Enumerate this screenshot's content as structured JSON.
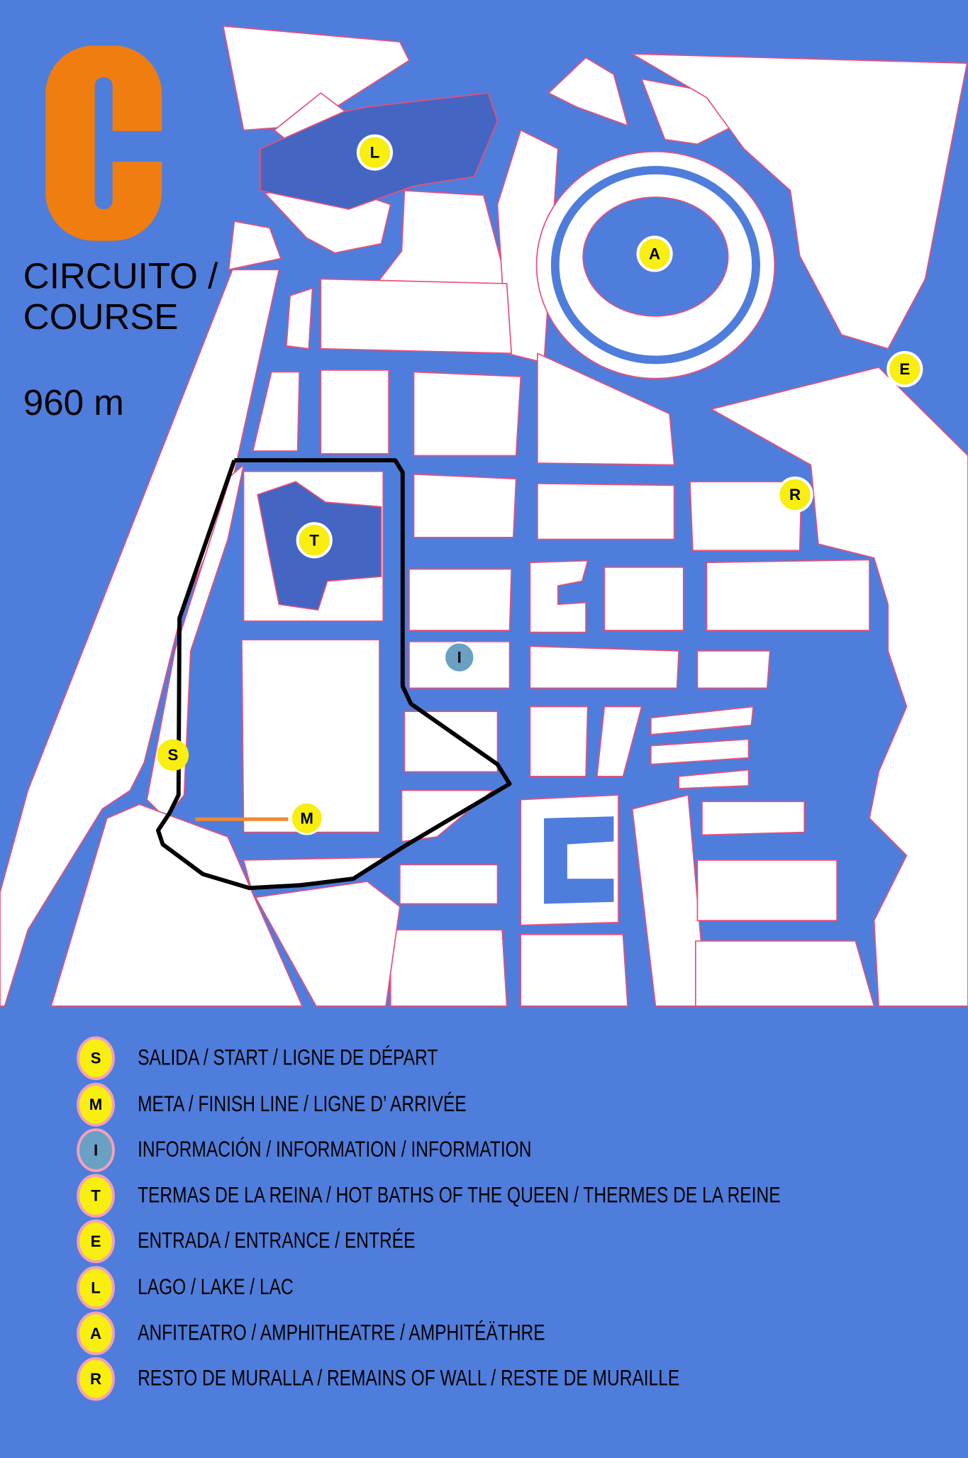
{
  "logo_letter": "C",
  "title": {
    "line1": "CIRCUITO /",
    "line2": "COURSE",
    "distance": "960 m"
  },
  "colors": {
    "background": "#4f7ddc",
    "logo": "#f07d10",
    "marker": "#f8ee10",
    "info_marker": "#6aa0c4",
    "route": "#000000",
    "finish_line": "#f08a30",
    "lake": "#4466c2"
  },
  "map_markers": {
    "lake": "L",
    "amphitheatre": "A",
    "entrance": "E",
    "wall": "R",
    "baths": "T",
    "info": "I",
    "start": "S",
    "finish": "M"
  },
  "legend": [
    {
      "letter": "S",
      "label": "SALIDA / START / LIGNE DE DÉPART"
    },
    {
      "letter": "M",
      "label": "META / FINISH LINE / LIGNE D’ ARRIVÉE"
    },
    {
      "letter": "I",
      "label": "INFORMACIÓN / INFORMATION / INFORMATION"
    },
    {
      "letter": "T",
      "label": "TERMAS DE LA REINA / HOT BATHS OF THE QUEEN / THERMES DE LA REINE"
    },
    {
      "letter": "E",
      "label": "ENTRADA / ENTRANCE / ENTRÉE"
    },
    {
      "letter": "L",
      "label": "LAGO / LAKE / LAC"
    },
    {
      "letter": "A",
      "label": "ANFITEATRO / AMPHITHEATRE / AMPHITÉÄTHRE"
    },
    {
      "letter": "R",
      "label": "RESTO DE MURALLA / REMAINS OF WALL / RESTE DE MURAILLE"
    }
  ]
}
